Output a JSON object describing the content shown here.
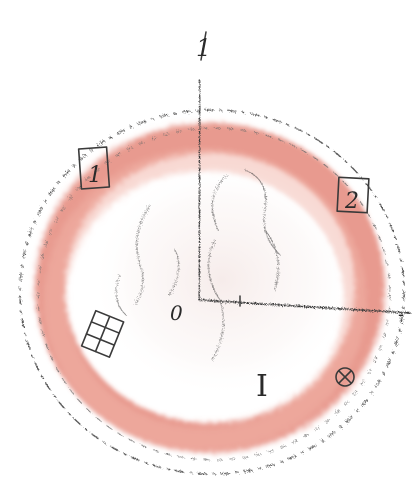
{
  "colors": {
    "paper": "#ffffff",
    "pencil": "#2f2f2f",
    "ring": "#e0786a",
    "ring_light": "#f2b3a8",
    "inner_shade": "#e9d2cf"
  },
  "labels": {
    "top_axis": "1",
    "box_left": "1",
    "box_right": "2",
    "center_zero": "0",
    "roman_numeral": "I",
    "right_axis": "-"
  },
  "icons": {
    "grid_box": "grid-box-icon",
    "circled_cross": "circled-x-icon"
  }
}
